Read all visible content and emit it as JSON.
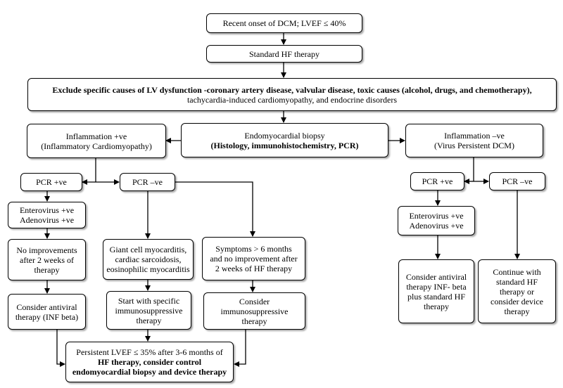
{
  "diagram": {
    "onset": [
      "Recent onset of DCM; LVEF ≤ 40%"
    ],
    "standard": [
      "Standard HF therapy"
    ],
    "exclude": [
      "Exclude specific causes of LV dysfunction -coronary artery disease, valvular disease, toxic causes (alcohol, drugs, and chemotherapy),",
      "tachycardia-induced cardiomyopathy, and endocrine disorders"
    ],
    "biopsy": [
      "Endomyocardial biopsy",
      "(Histology, immunohistochemistry, PCR)"
    ],
    "infl_pos": [
      "Inflammation +ve",
      "(Inflammatory Cardiomyopathy)"
    ],
    "infl_neg": [
      "Inflammation –ve",
      "(Virus Persistent DCM)"
    ],
    "pcr_pos_l": [
      "PCR +ve"
    ],
    "pcr_neg_l": [
      "PCR –ve"
    ],
    "entero_l": [
      "Enterovirus +ve",
      "Adenovirus +ve"
    ],
    "no_improve": [
      "No improvements",
      "after 2 weeks of",
      "therapy"
    ],
    "antiviral_l": [
      "Consider antiviral",
      "therapy (INF beta)"
    ],
    "giant": [
      "Giant cell myocarditis,",
      "cardiac sarcoidosis,",
      "eosinophilic myocarditis"
    ],
    "start_immuno": [
      "Start with specific",
      "immunosuppressive",
      "therapy"
    ],
    "symptoms": [
      "Symptoms > 6 months",
      "and no improvement after",
      "2 weeks of HF therapy"
    ],
    "consider_immuno": [
      "Consider",
      "immunosuppressive",
      "therapy"
    ],
    "persistent": [
      "Persistent LVEF ≤ 35% after 3-6 months of",
      "HF therapy, consider control",
      "endomyocardial biopsy and device therapy"
    ],
    "pcr_pos_r": [
      "PCR +ve"
    ],
    "pcr_neg_r": [
      "PCR –ve"
    ],
    "entero_r": [
      "Enterovirus +ve",
      "Adenovirus +ve"
    ],
    "antiviral_r": [
      "Consider antiviral",
      "therapy INF- beta",
      "plus standard HF",
      "therapy"
    ],
    "continue": [
      "Continue with",
      "standard HF",
      "therapy or",
      "consider device",
      "therapy"
    ]
  }
}
